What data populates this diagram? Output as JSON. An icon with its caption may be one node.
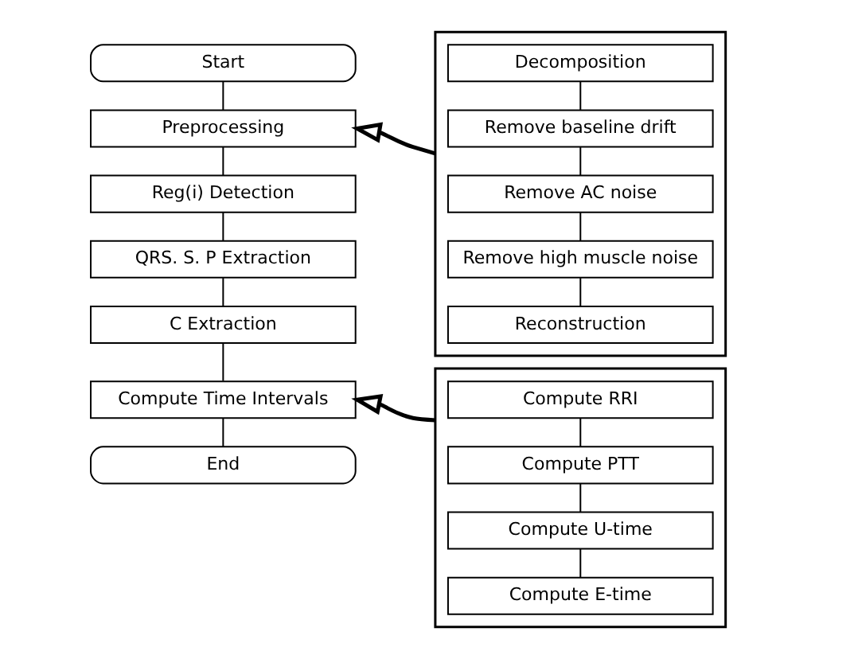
{
  "diagram": {
    "nodes": [
      {
        "text": [
          "Start"
        ]
      },
      {
        "text": [
          "Preprocessing"
        ]
      },
      {
        "text": [
          "Reg(i) Detection"
        ]
      },
      {
        "text": [
          "QRS. S. P Extraction"
        ]
      },
      {
        "text": [
          "C Extraction"
        ]
      },
      {
        "text": [
          "Compute Time Intervals"
        ]
      },
      {
        "text": [
          "End"
        ]
      },
      {
        "text": [],
        "shape": "box"
      },
      {
        "text": [
          "Decomposition"
        ],
        "in": 7
      },
      {
        "text": [
          "Remove baseline drift"
        ],
        "in": 7
      },
      {
        "text": [
          "Remove AC noise"
        ],
        "in": 7
      },
      {
        "text": [
          "Remove high muscle noise"
        ],
        "in": 7
      },
      {
        "text": [
          "Reconstruction"
        ],
        "in": 7
      },
      {
        "text": [],
        "shape": "box"
      },
      {
        "text": [
          "Compute RRI"
        ],
        "in": 13
      },
      {
        "text": [
          "Compute PTT"
        ],
        "in": 13
      },
      {
        "text": [
          "Compute U-time"
        ],
        "in": 13
      },
      {
        "text": [
          "Compute E-time"
        ],
        "in": 13
      }
    ],
    "edges": [
      {
        "from": 0,
        "to": 1,
        "arrow": "none"
      },
      {
        "from": 1,
        "to": 2,
        "arrow": "none"
      },
      {
        "from": 2,
        "to": 3,
        "arrow": "none"
      },
      {
        "from": 3,
        "to": 4,
        "arrow": "none"
      },
      {
        "from": 4,
        "to": 5,
        "arrow": "none"
      },
      {
        "from": 5,
        "to": 6,
        "arrow": "none"
      },
      {
        "from": 8,
        "to": 9,
        "arrow": "none"
      },
      {
        "from": 9,
        "to": 10,
        "arrow": "none"
      },
      {
        "from": 10,
        "to": 11,
        "arrow": "none"
      },
      {
        "from": 11,
        "to": 12,
        "arrow": "none"
      },
      {
        "from": 14,
        "to": 15,
        "arrow": "none"
      },
      {
        "from": 15,
        "to": 16,
        "arrow": "none"
      },
      {
        "from": 16,
        "to": 17,
        "arrow": "none"
      },
      {
        "from": 7,
        "to": 1,
        "arrow": "to",
        "style": "thick"
      },
      {
        "from": 13,
        "to": 5,
        "arrow": "to",
        "style": "thick"
      }
    ]
  }
}
